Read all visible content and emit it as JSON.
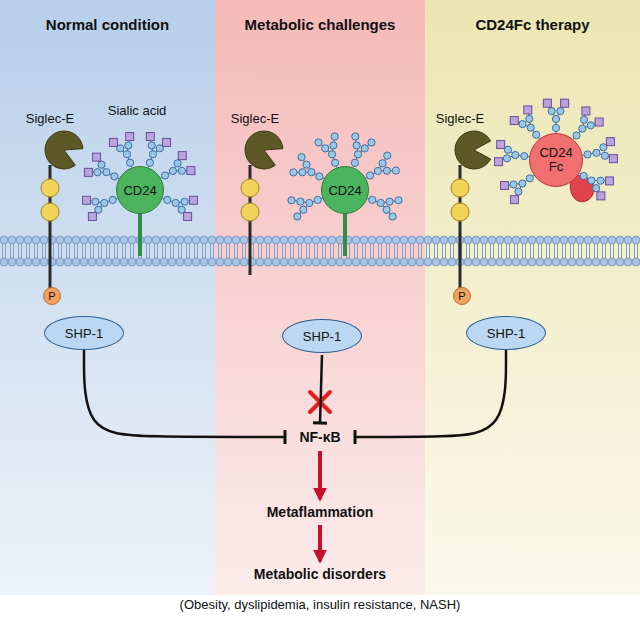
{
  "diagram": {
    "nodes": [
      {
        "text": [
          "Normal condition"
        ]
      },
      {
        "text": [
          "Metabolic challenges"
        ]
      },
      {
        "text": [
          "CD24Fc therapy"
        ]
      },
      {
        "text": [
          "CD24"
        ],
        "in": 0
      },
      {
        "text": [
          "P"
        ],
        "in": 0
      },
      {
        "text": [
          "SHP-1"
        ],
        "in": 0
      },
      {
        "text": [
          "CD24"
        ],
        "in": 1
      },
      {
        "text": [
          "SHP-1"
        ],
        "in": 1
      },
      {
        "text": [
          "CD24 Fc"
        ],
        "in": 2
      },
      {
        "text": [
          "P"
        ],
        "in": 2
      },
      {
        "text": [
          "SHP-1"
        ],
        "in": 2
      },
      {
        "text": [
          "NF-κB"
        ],
        "in": 1
      },
      {
        "text": [
          "Metaflammation"
        ],
        "in": 1
      },
      {
        "text": [
          "Metabolic disorders"
        ],
        "in": 1
      }
    ],
    "edges": [
      {
        "from": 5,
        "to": 11,
        "arrow": "to"
      },
      {
        "from": 7,
        "to": 11,
        "arrow": "to"
      },
      {
        "from": 10,
        "to": 11,
        "arrow": "to"
      },
      {
        "from": 11,
        "to": 12,
        "arrow": "to"
      },
      {
        "from": 12,
        "to": 13,
        "arrow": "to"
      }
    ],
    "labels": [
      "Siglec-E",
      "Sialic acid",
      "Siglec-E",
      "Siglec-E",
      "(Obesity, dyslipidemia, insulin resistance, NASH)"
    ]
  }
}
